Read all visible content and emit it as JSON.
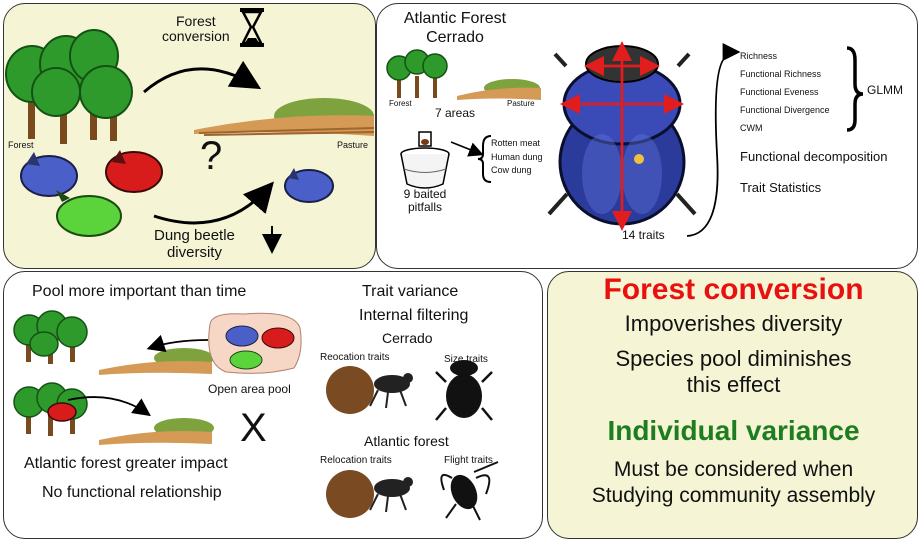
{
  "panel1": {
    "title": "Forest\nconversion",
    "forest_label": "Forest",
    "pasture_label": "Pasture",
    "question_mark": "?",
    "result_label": "Dung beetle\ndiversity"
  },
  "panel2": {
    "title_line1": "Atlantic Forest",
    "title_line2": "Cerrado",
    "forest_label": "Forest",
    "pasture_label": "Pasture",
    "areas_label": "7 areas",
    "pitfalls_label": "9 baited\npitfalls",
    "baits": [
      "Rotten meat",
      "Human dung",
      "Cow dung"
    ],
    "traits_label": "14 traits",
    "metrics": [
      "Richness",
      "Functional Richness",
      "Functional Eveness",
      "Functional Divergence",
      "CWM"
    ],
    "model_label": "GLMM",
    "analysis_1": "Functional decomposition",
    "analysis_2": "Trait Statistics"
  },
  "panel3": {
    "pool_title": "Pool more important than time",
    "open_area_label": "Open area pool",
    "x_mark": "X",
    "impact_text": "Atlantic forest greater impact",
    "no_relationship": "No functional relationship",
    "trait_variance": "Trait variance",
    "internal_filtering": "Internal filtering",
    "cerrado_label": "Cerrado",
    "reocation_traits": "Reocation traits",
    "size_traits": "Size traits",
    "atlantic_label": "Atlantic forest",
    "relocation_traits": "Relocation traits",
    "flight_traits": "Flight traits"
  },
  "panel4": {
    "heading1": "Forest conversion",
    "line1": "Impoverishes diversity",
    "line2": "Species pool diminishes\nthis effect",
    "heading2": "Individual variance",
    "line3": "Must be considered when\nStudying community assembly",
    "color_red": "#e8110f",
    "color_green": "#1e7d1e"
  }
}
